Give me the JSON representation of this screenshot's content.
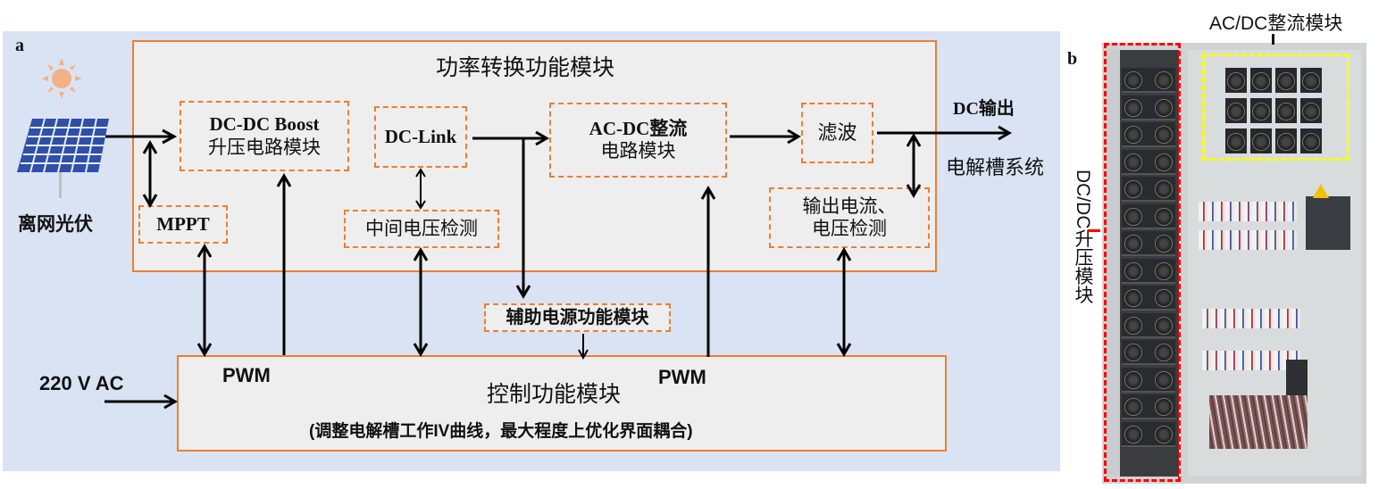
{
  "panel_a": {
    "label": "a",
    "source": {
      "label": "离网光伏",
      "icons": [
        "sun-icon",
        "solar-panel-icon"
      ]
    },
    "power_module": {
      "title": "功率转换功能模块",
      "boost": {
        "line1": "DC-DC Boost",
        "line2": "升压电路模块"
      },
      "mppt": "MPPT",
      "dc_link": "DC-Link",
      "mid_voltage": "中间电压检测",
      "acdc": {
        "line1": "AC-DC整流",
        "line2": "电路模块"
      },
      "filter": "滤波",
      "output_detect": {
        "line1": "输出电流、",
        "line2": "电压检测"
      }
    },
    "dc_output": "DC输出",
    "electrolyzer": "电解槽系统",
    "aux_power": "辅助电源功能模块",
    "control_module": {
      "title": "控制功能模块",
      "subtitle": "(调整电解槽工作IV曲线，最大程度上优化界面耦合)"
    },
    "ac_input": "220 V AC",
    "pwm_left": "PWM",
    "pwm_right": "PWM",
    "colors": {
      "background": "#dae3f3",
      "module_fill": "#eeeeee",
      "border": "#ed7d31"
    }
  },
  "panel_b": {
    "label": "b",
    "acdc_label": "AC/DC整流模块",
    "dcdc_label": "DC/DC升压模块",
    "colors": {
      "acdc_highlight": "#ffff00",
      "dcdc_highlight": "#ff0000"
    }
  }
}
